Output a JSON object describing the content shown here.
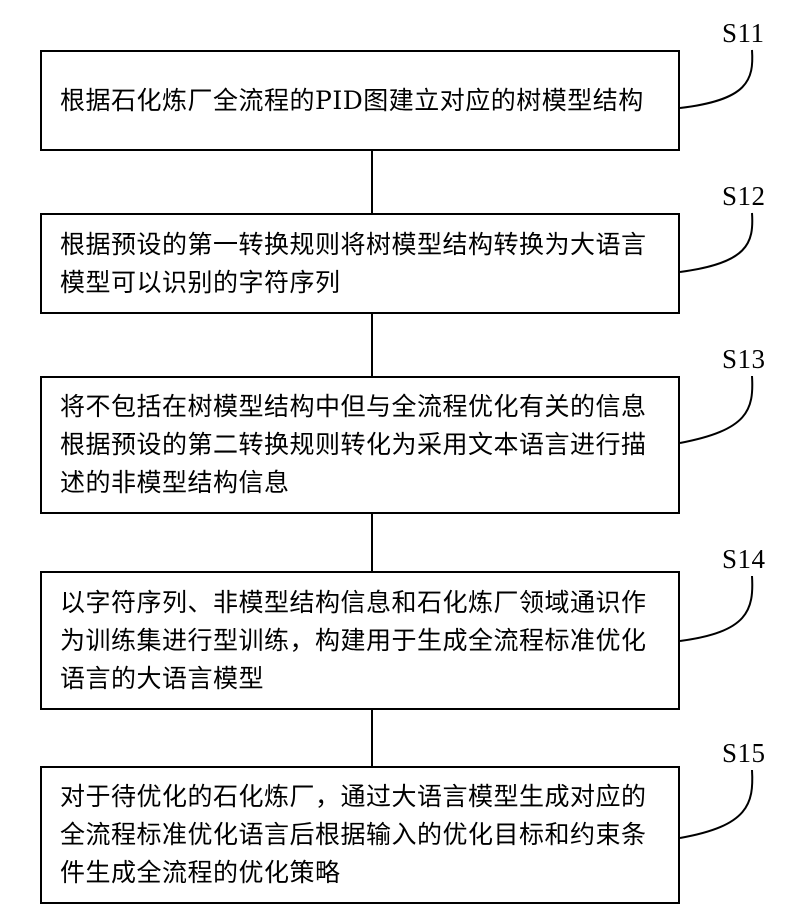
{
  "steps": [
    {
      "id": "S11",
      "text": "根据石化炼厂全流程的PID图建立对应的树模型结构"
    },
    {
      "id": "S12",
      "text": "根据预设的第一转换规则将树模型结构转换为大语言模型可以识别的字符序列"
    },
    {
      "id": "S13",
      "text": "将不包括在树模型结构中但与全流程优化有关的信息根据预设的第二转换规则转化为采用文本语言进行描述的非模型结构信息"
    },
    {
      "id": "S14",
      "text": "以字符序列、非模型结构信息和石化炼厂领域通识作为训练集进行型训练，构建用于生成全流程标准优化语言的大语言模型"
    },
    {
      "id": "S15",
      "text": "对于待优化的石化炼厂，通过大语言模型生成对应的全流程标准优化语言后根据输入的优化目标和约束条件生成全流程的优化策略"
    }
  ]
}
